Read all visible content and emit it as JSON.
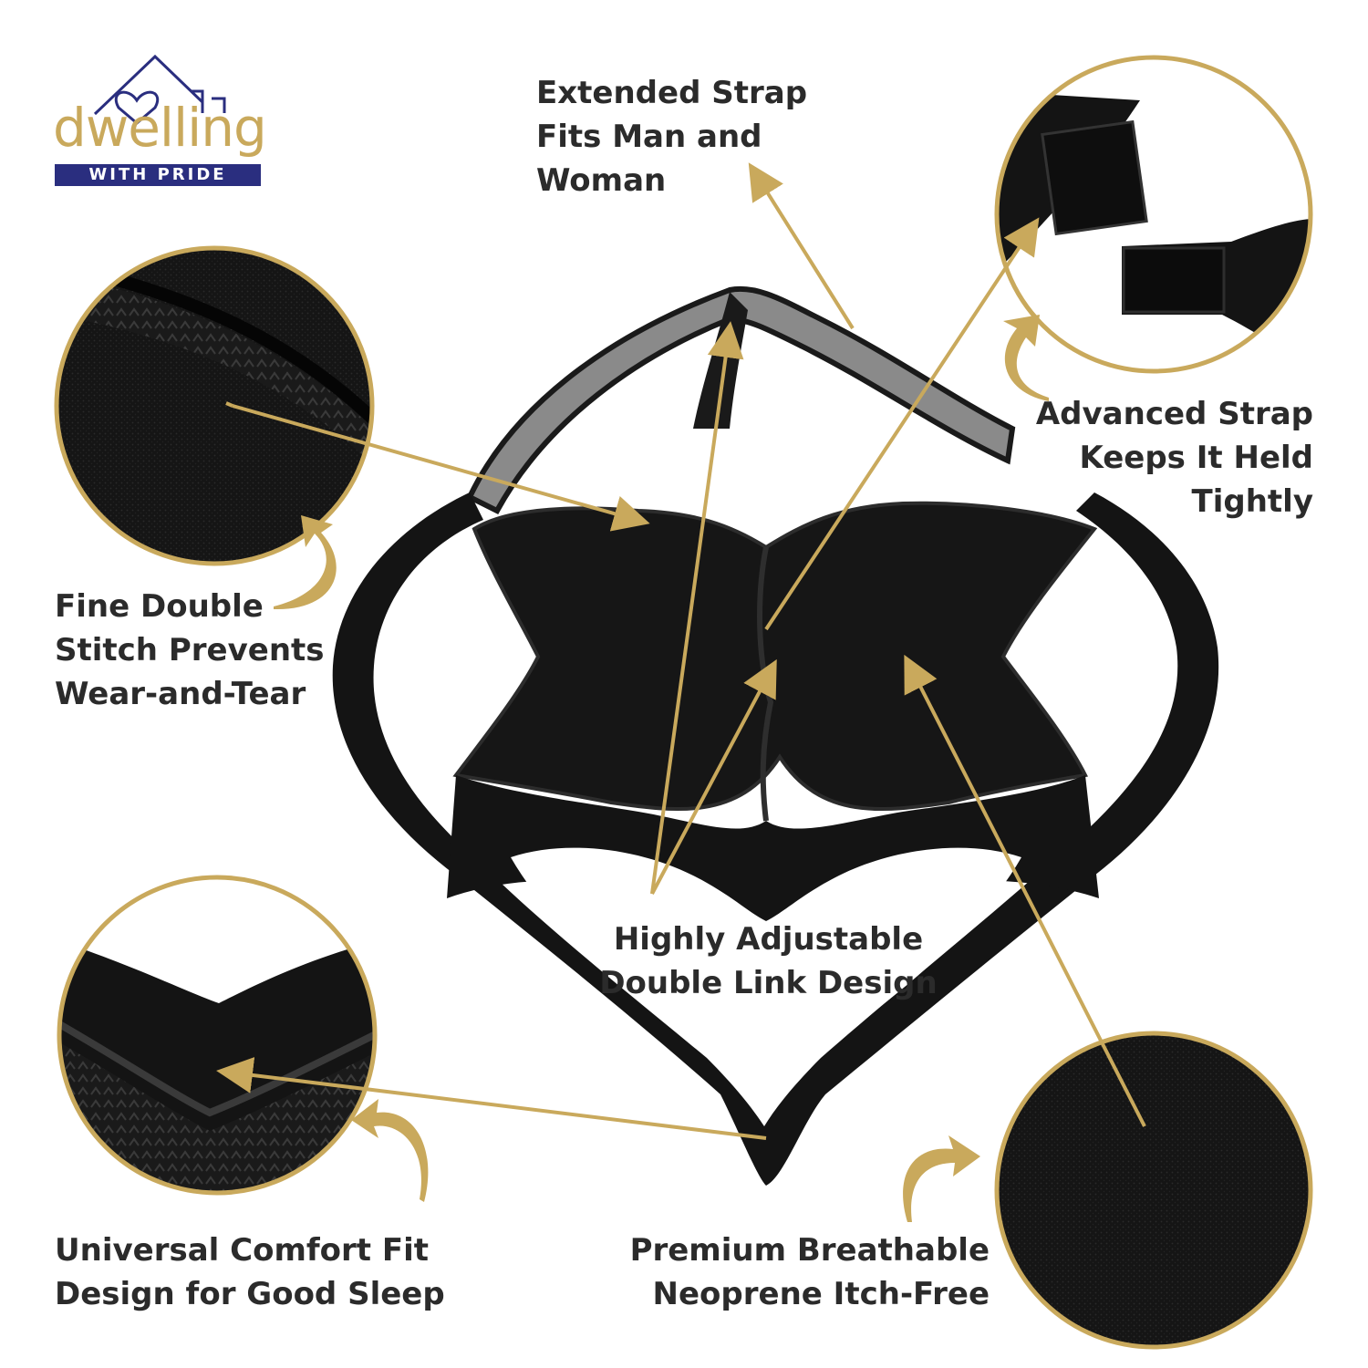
{
  "brand": {
    "name": "dwelling",
    "tagline": "WITH PRIDE",
    "gold": "#c9a95c",
    "navy": "#2a2e7f"
  },
  "colors": {
    "accent_gold": "#c9a95c",
    "text": "#2b2b2b",
    "product": "#141414"
  },
  "callouts": {
    "extended_strap": [
      "Extended Strap",
      "Fits Man and",
      "Woman"
    ],
    "advanced_strap": [
      "Advanced Strap",
      "Keeps It Held",
      "Tightly"
    ],
    "double_stitch": [
      "Fine Double",
      "Stitch Prevents",
      "Wear-and-Tear"
    ],
    "adjustable": [
      "Highly Adjustable",
      "Double Link Design"
    ],
    "comfort_fit": [
      "Universal Comfort Fit",
      "Design for Good Sleep"
    ],
    "neoprene": [
      "Premium Breathable",
      "Neoprene Itch-Free"
    ]
  },
  "icons": {
    "arrow": "curved-arrow-icon",
    "house": "house-heart-icon"
  }
}
